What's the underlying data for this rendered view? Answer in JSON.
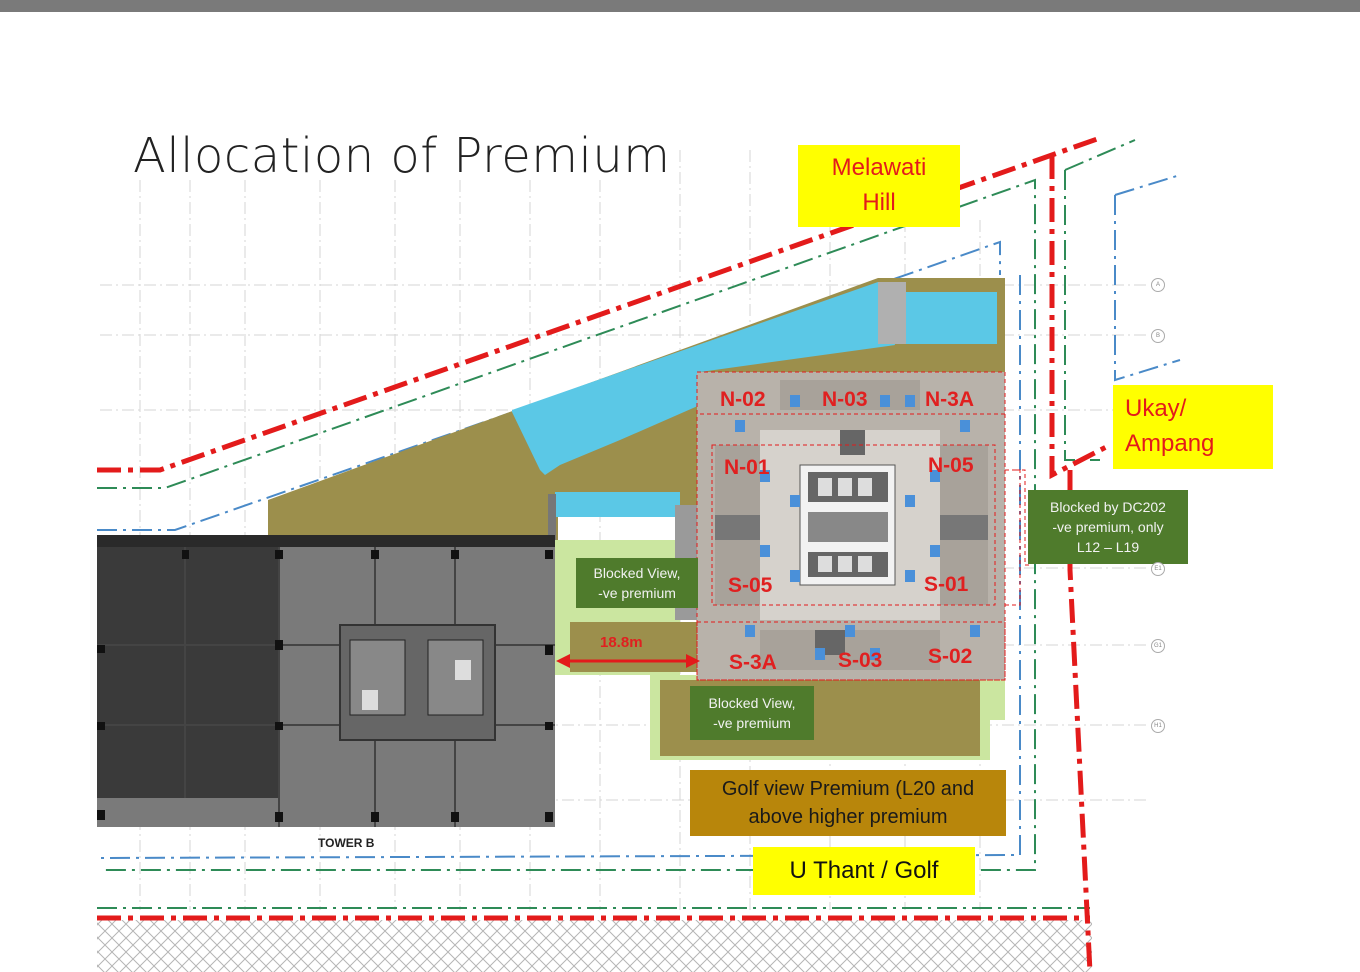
{
  "title": "Allocation of Premium",
  "labels": {
    "north": "Melawati\nHill",
    "east": "Ukay/\nAmpang",
    "south": "U Thant / Golf",
    "golf_premium": "Golf view Premium (L20 and\nabove higher premium",
    "blocked_dc202": "Blocked  by DC202\n-ve premium, only\nL12 – L19",
    "blocked_west": "Blocked View,\n-ve premium",
    "blocked_south": "Blocked View,\n-ve premium",
    "distance": "18.8m",
    "tower": "TOWER B"
  },
  "units": {
    "n02": "N-02",
    "n03": "N-03",
    "n3a": "N-3A",
    "n01": "N-01",
    "n05": "N-05",
    "s05": "S-05",
    "s01": "S-01",
    "s3a": "S-3A",
    "s03": "S-03",
    "s02": "S-02"
  },
  "grid_axes": [
    "A",
    "B",
    "E1",
    "G1",
    "H1"
  ],
  "colors": {
    "boundary_red": "#e31b1b",
    "label_yellow": "#ffff00",
    "blocked_green": "#4f7b2c",
    "golf_gold": "#b8860b",
    "water_blue": "#5bc8e6",
    "landscape_olive": "#9c8f4c"
  }
}
